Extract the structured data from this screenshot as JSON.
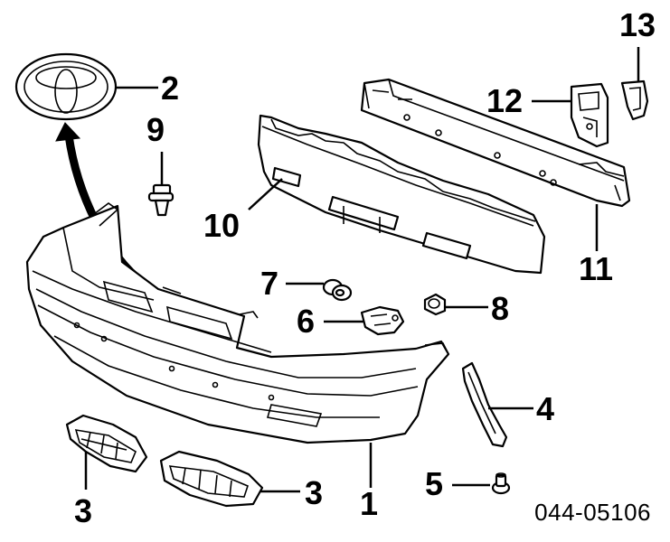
{
  "diagram": {
    "reference_code": "044-05106",
    "callouts": {
      "c1": "1",
      "c2": "2",
      "c3a": "3",
      "c3b": "3",
      "c4": "4",
      "c5": "5",
      "c6": "6",
      "c7": "7",
      "c8": "8",
      "c9": "9",
      "c10": "10",
      "c11": "11",
      "c12": "12",
      "c13": "13"
    }
  }
}
